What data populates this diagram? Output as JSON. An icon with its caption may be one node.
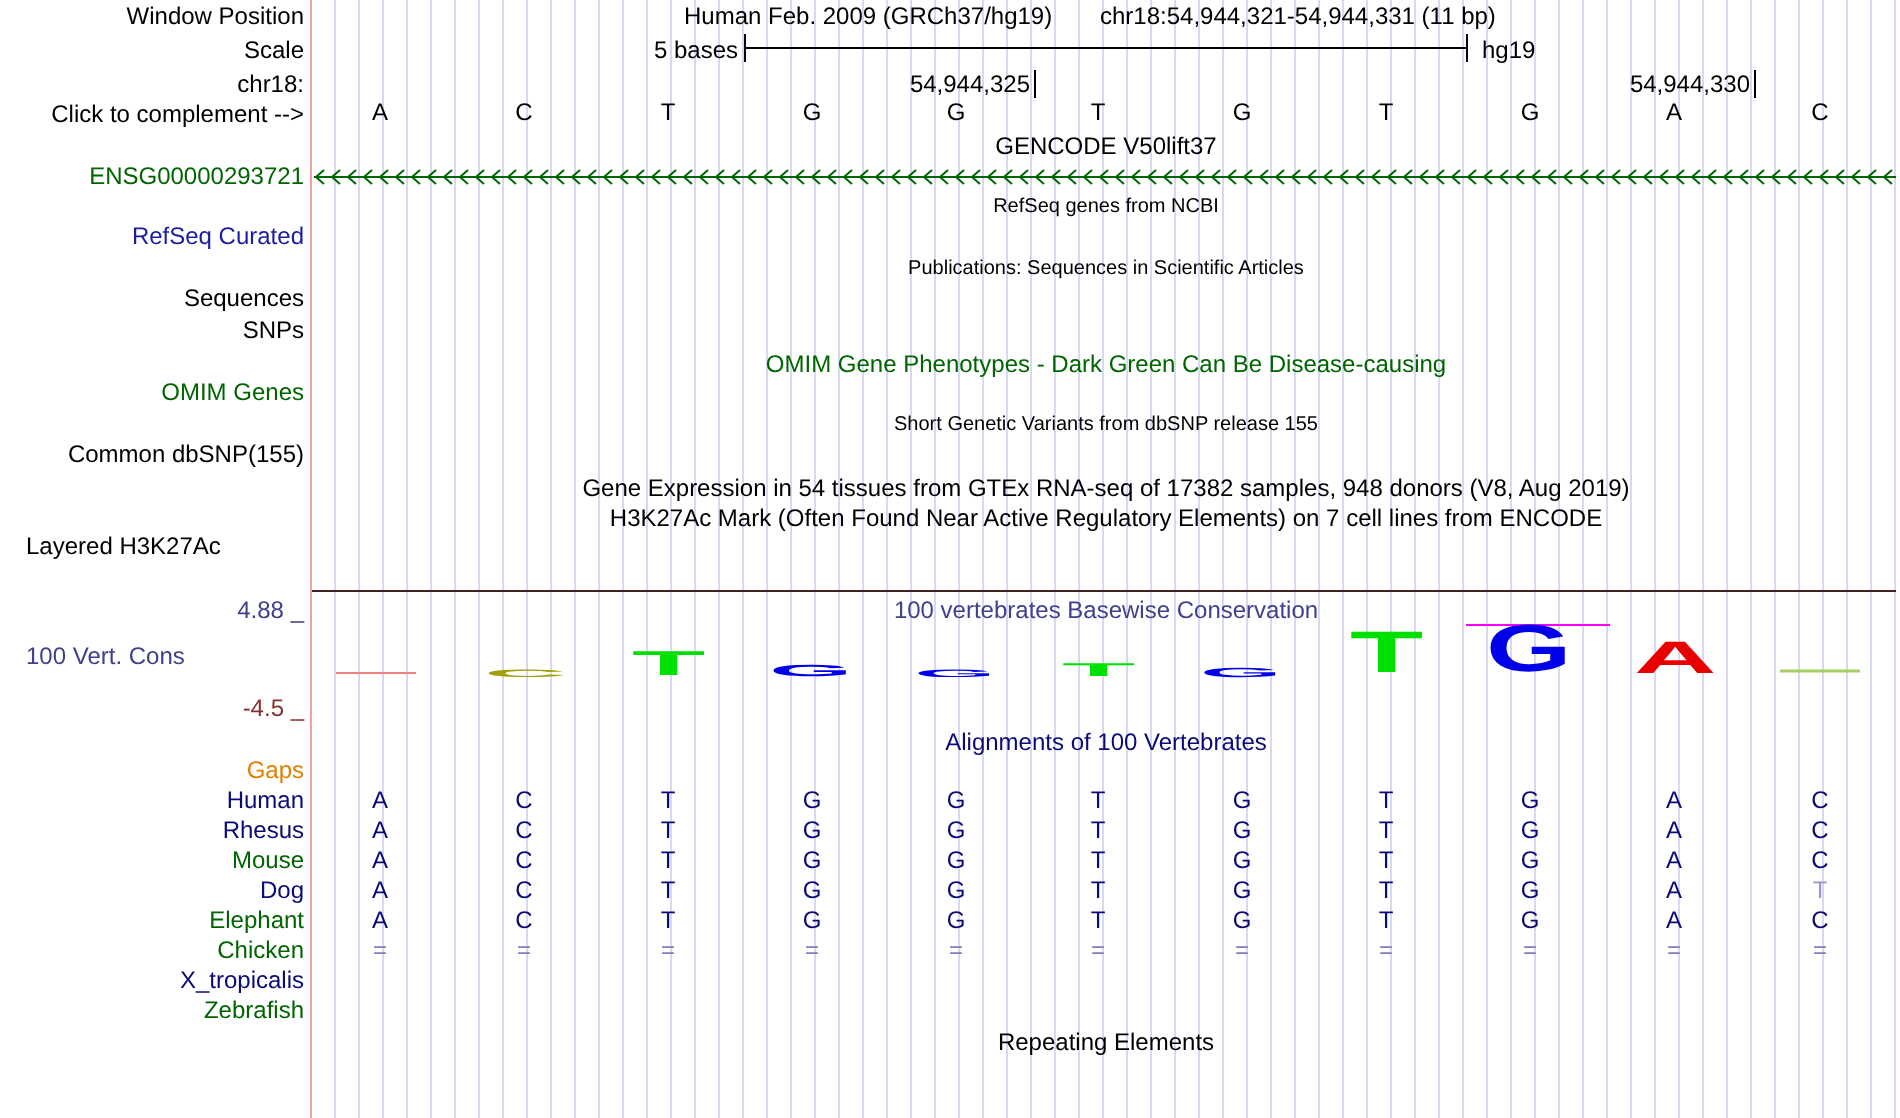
{
  "diagram": {
    "labels": [
      "Window Position",
      "Human Feb. 2009 (GRCh37/hg19)",
      "chr18:54,944,321-54,944,331 (11 bp)",
      "Scale",
      "5 bases",
      "hg19",
      "chr18:",
      "54,944,325",
      "54,944,330",
      "Click to complement -->",
      "A",
      "C",
      "T",
      "G",
      "G",
      "T",
      "G",
      "T",
      "G",
      "A",
      "C",
      "GENCODE V50lift37",
      "ENSG00000293721",
      "RefSeq genes from NCBI",
      "RefSeq Curated",
      "Publications: Sequences in Scientific Articles",
      "Sequences",
      "SNPs",
      "OMIM Gene Phenotypes - Dark Green Can Be Disease-causing",
      "OMIM Genes",
      "Short Genetic Variants from dbSNP release 155",
      "Common dbSNP(155)",
      "Gene Expression in 54 tissues from GTEx RNA-seq of 17382 samples, 948 donors (V8, Aug 2019)",
      "H3K27Ac Mark (Often Found Near Active Regulatory Elements) on 7 cell lines from ENCODE",
      "Layered H3K27Ac",
      "4.88 _",
      "100 vertebrates Basewise Conservation",
      "100 Vert. Cons",
      "C",
      "T",
      "G",
      "G",
      "T",
      "G",
      "T",
      "G",
      "A",
      "-4.5 _",
      "Alignments of 100 Vertebrates",
      "Gaps",
      "Human",
      "A",
      "C",
      "T",
      "G",
      "G",
      "T",
      "G",
      "T",
      "G",
      "A",
      "C",
      "Rhesus",
      "A",
      "C",
      "T",
      "G",
      "G",
      "T",
      "G",
      "T",
      "G",
      "A",
      "C",
      "Mouse",
      "A",
      "C",
      "T",
      "G",
      "G",
      "T",
      "G",
      "T",
      "G",
      "A",
      "C",
      "Dog",
      "A",
      "C",
      "T",
      "G",
      "G",
      "T",
      "G",
      "T",
      "G",
      "A",
      "T",
      "Elephant",
      "A",
      "C",
      "T",
      "G",
      "G",
      "T",
      "G",
      "T",
      "G",
      "A",
      "C",
      "Chicken",
      "=",
      "=",
      "=",
      "=",
      "=",
      "=",
      "=",
      "=",
      "=",
      "=",
      "=",
      "X_tropicalis",
      "Zebrafish",
      "Repeating Elements"
    ]
  }
}
